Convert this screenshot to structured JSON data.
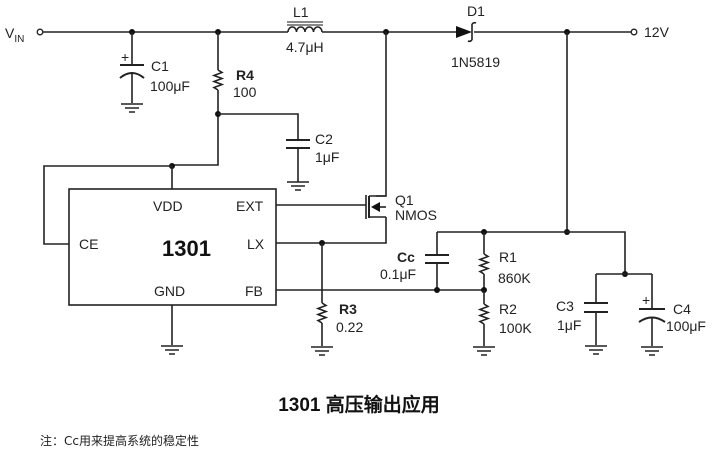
{
  "figure": {
    "caption": "1301 高压输出应用",
    "note": "注：Cc用来提高系统的稳定性"
  },
  "terminals": {
    "input": {
      "label": "V",
      "subscript": "IN"
    },
    "output": {
      "label": "12V"
    }
  },
  "ic": {
    "name": "1301",
    "pins": {
      "vdd": "VDD",
      "ext": "EXT",
      "ce": "CE",
      "lx": "LX",
      "gnd": "GND",
      "fb": "FB"
    }
  },
  "components": {
    "C1": {
      "ref": "C1",
      "value": "100μF",
      "type": "polarized-capacitor"
    },
    "R4": {
      "ref": "R4",
      "value": "100",
      "type": "resistor"
    },
    "C2": {
      "ref": "C2",
      "value": "1μF",
      "type": "capacitor"
    },
    "L1": {
      "ref": "L1",
      "value": "4.7μH",
      "type": "inductor"
    },
    "D1": {
      "ref": "D1",
      "value": "1N5819",
      "type": "schottky-diode"
    },
    "Q1": {
      "ref": "Q1",
      "value": "NMOS",
      "type": "nmos-transistor"
    },
    "R3": {
      "ref": "R3",
      "value": "0.22",
      "type": "resistor"
    },
    "Cc": {
      "ref": "Cc",
      "value": "0.1μF",
      "type": "capacitor"
    },
    "R1": {
      "ref": "R1",
      "value": "860K",
      "type": "resistor"
    },
    "R2": {
      "ref": "R2",
      "value": "100K",
      "type": "resistor"
    },
    "C3": {
      "ref": "C3",
      "value": "1μF",
      "type": "capacitor"
    },
    "C4": {
      "ref": "C4",
      "value": "100μF",
      "type": "polarized-capacitor"
    }
  },
  "symbols": {
    "plus": "+"
  }
}
